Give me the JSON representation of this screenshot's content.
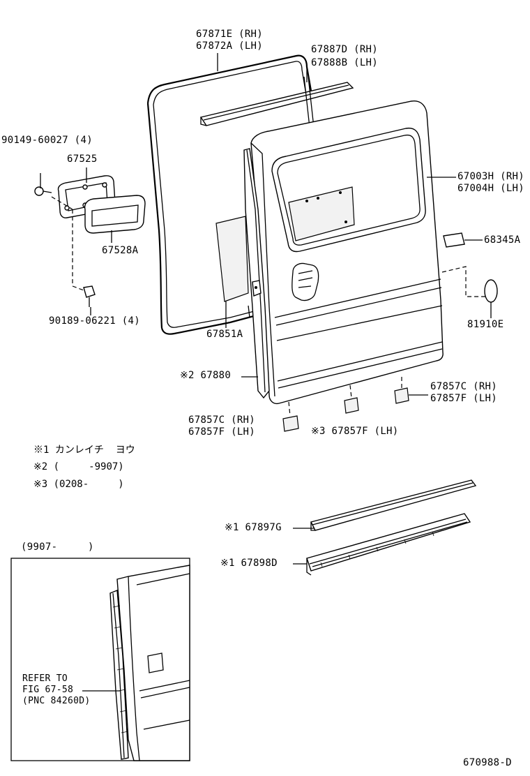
{
  "labels": {
    "p67871E": "67871E (RH)",
    "p67872A": "67872A (LH)",
    "p67887D": "67887D (RH)",
    "p67888B": "67888B (LH)",
    "p90149": "90149-60027 (4)",
    "p67525": "67525",
    "p67003H": "67003H (RH)",
    "p67004H": "67004H (LH)",
    "p67528A": "67528A",
    "p68345A": "68345A",
    "p90189": "90189-06221 (4)",
    "p67851A": "67851A",
    "p81910E": "81910E",
    "p67880": "※2 67880",
    "p67857C_r_a": "67857C (RH)",
    "p67857F_l_a": "67857F (LH)",
    "p67857C_r_b": "67857C (RH)",
    "p67857F_l_b": "67857F (LH)",
    "p67857F_3": "※3 67857F (LH)",
    "p67897G": "※1 67897G",
    "p67898D": "※1 67898D"
  },
  "notes": {
    "n1": "※1 カンレイチ  ヨウ",
    "n2": "※2 (     -9907)",
    "n3": "※3 (0208-     )"
  },
  "inset": {
    "title": "(9907-     )",
    "ref_line1": "REFER TO",
    "ref_line2": "FIG 67-58",
    "ref_line3": "(PNC 84260D)"
  },
  "diagram_id": "670988-D"
}
